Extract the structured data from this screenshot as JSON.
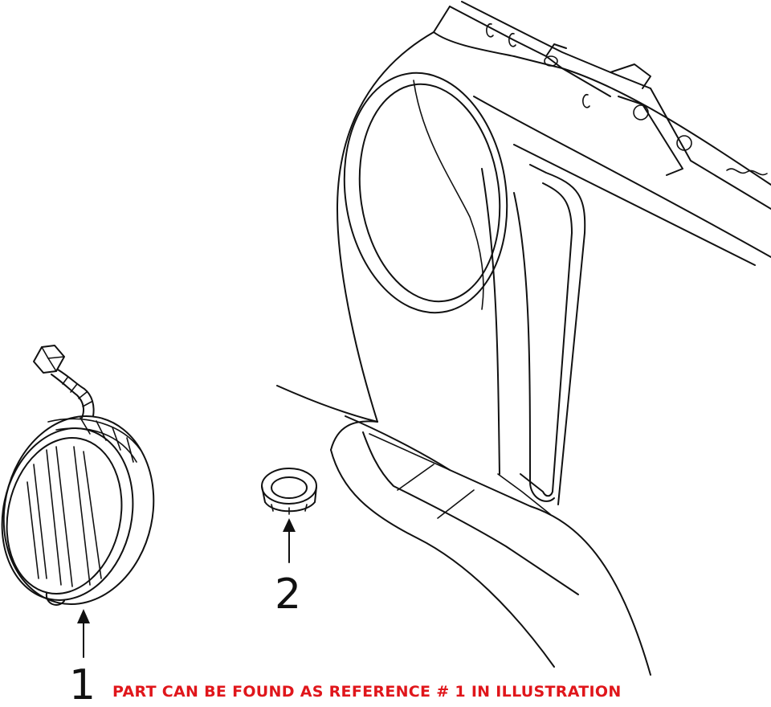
{
  "diagram": {
    "callouts": [
      {
        "number": "1"
      },
      {
        "number": "2"
      }
    ],
    "note": "PART CAN BE FOUND AS REFERENCE # 1 IN ILLUSTRATION"
  },
  "colors": {
    "line": "#111111",
    "note_text": "#e0161b",
    "background": "#ffffff"
  }
}
